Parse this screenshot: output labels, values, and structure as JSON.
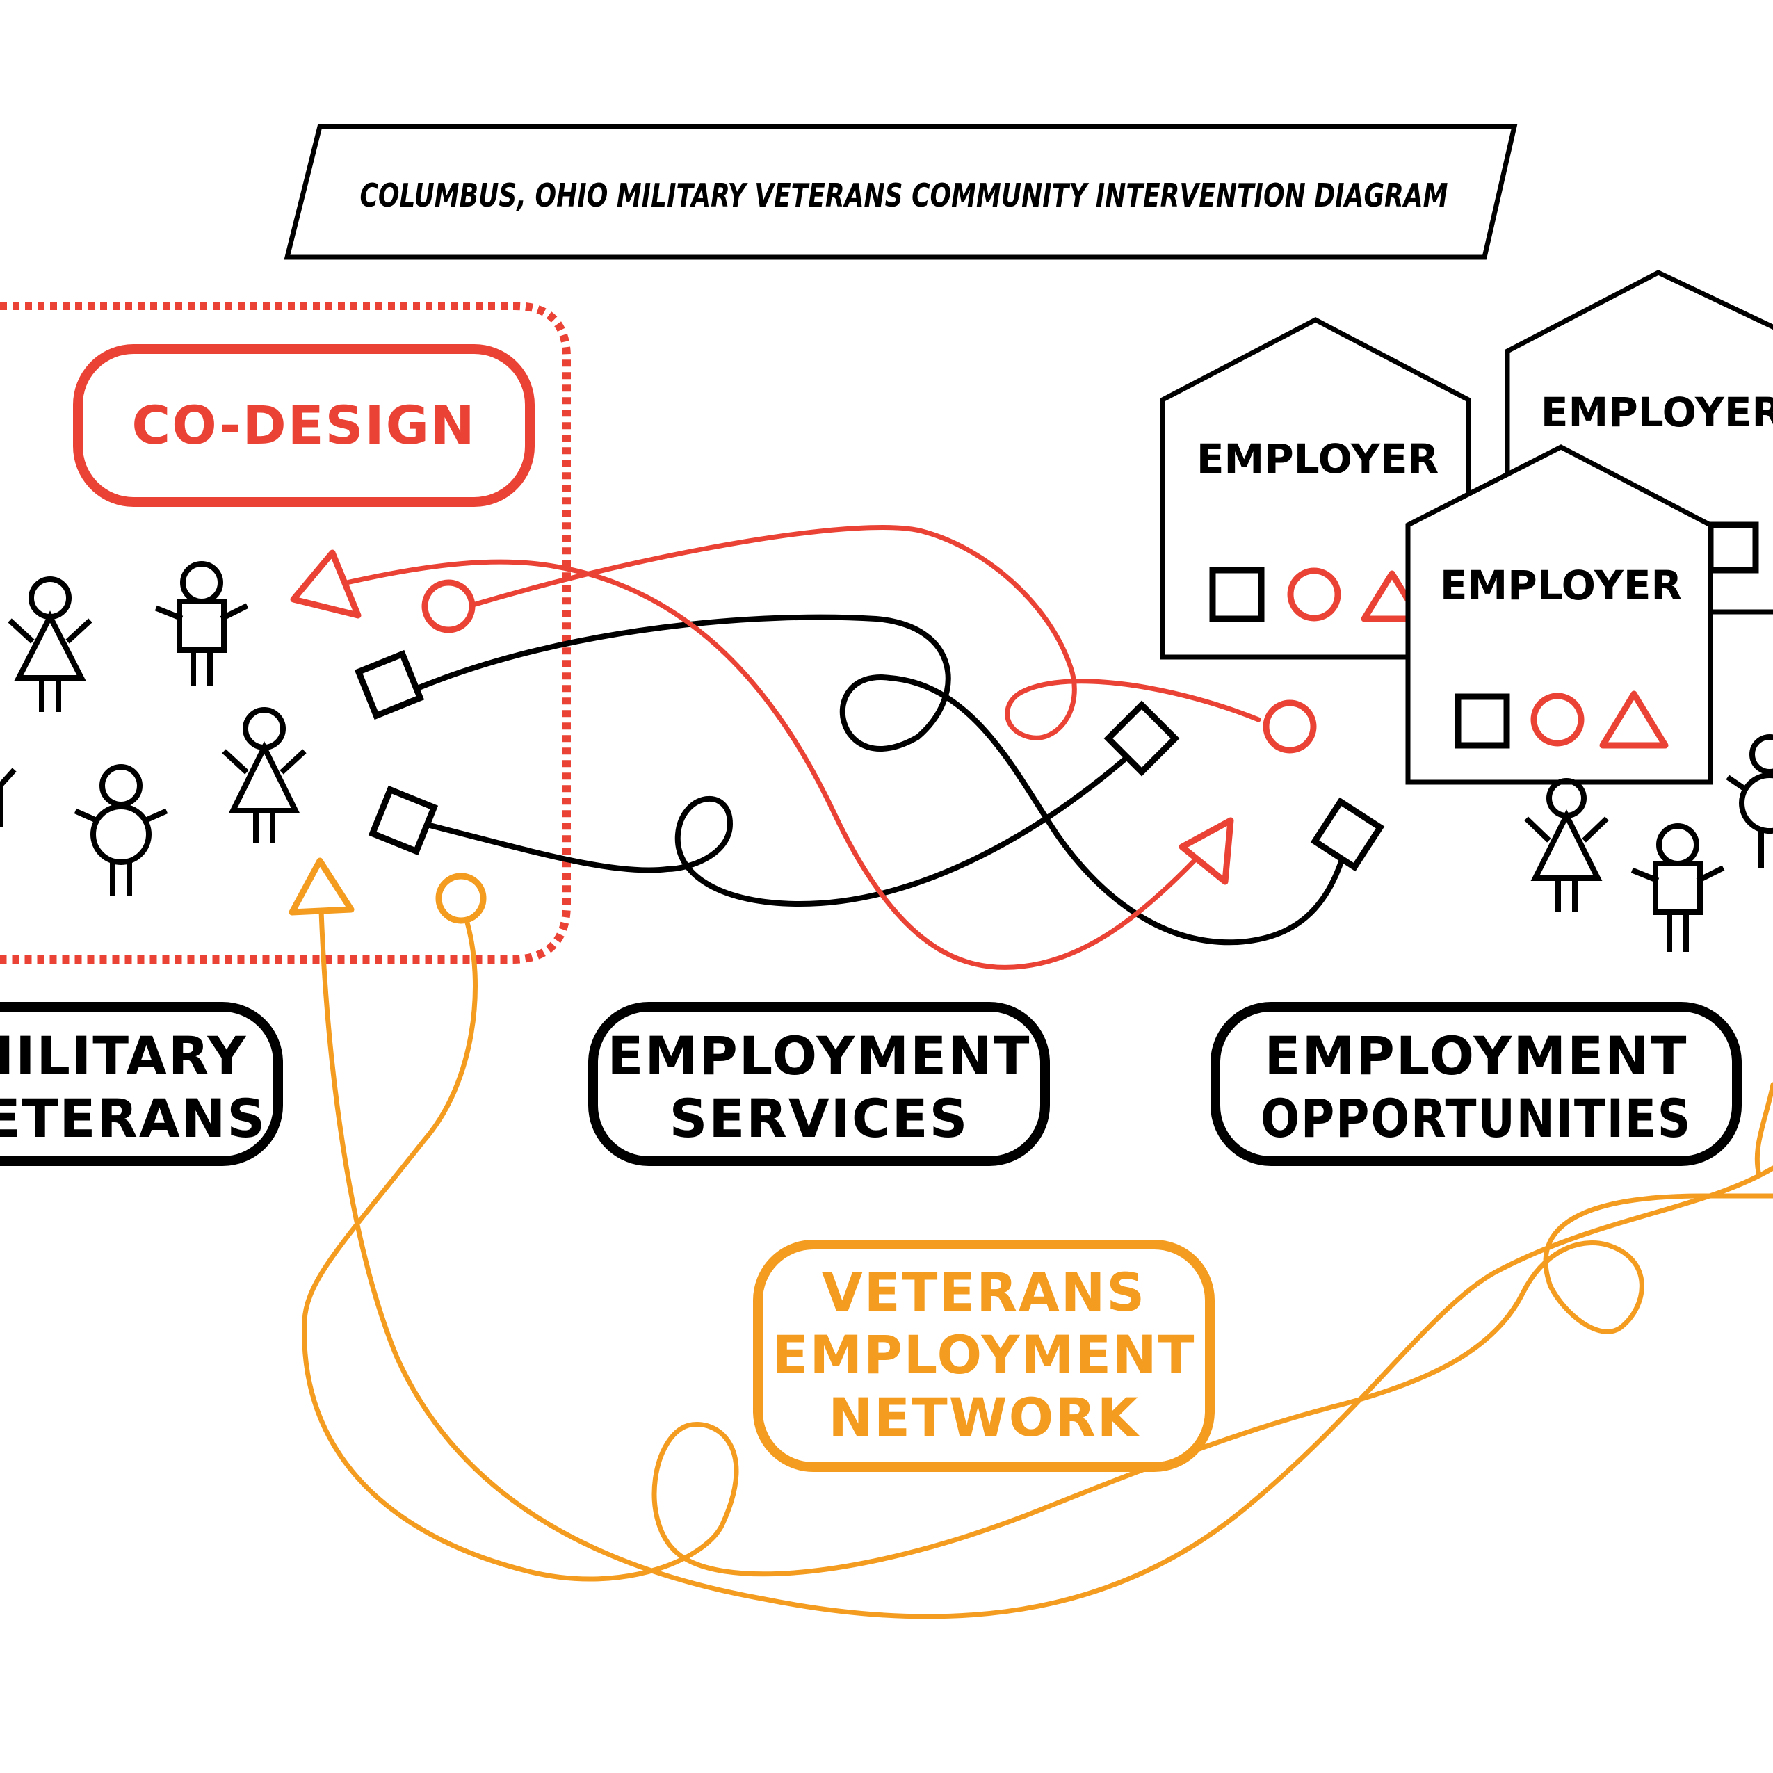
{
  "title": "COLUMBUS, OHIO MILITARY VETERANS COMMUNITY INTERVENTION DIAGRAM",
  "codesign_label": "CO-DESIGN",
  "military_veterans": {
    "line1": "MILITARY",
    "line2": "VETERANS"
  },
  "employment_services": {
    "line1": "EMPLOYMENT",
    "line2": "SERVICES"
  },
  "employment_opportunities": {
    "line1": "EMPLOYMENT",
    "line2": "OPPORTUNITIES"
  },
  "network": {
    "line1": "VETERANS",
    "line2": "EMPLOYMENT",
    "line3": "NETWORK"
  },
  "employers": [
    "EMPLOYER",
    "EMPLOYER",
    "EMPLOYER"
  ],
  "colors": {
    "red": "#ea4335",
    "orange": "#f39c1f",
    "black": "#000000"
  }
}
